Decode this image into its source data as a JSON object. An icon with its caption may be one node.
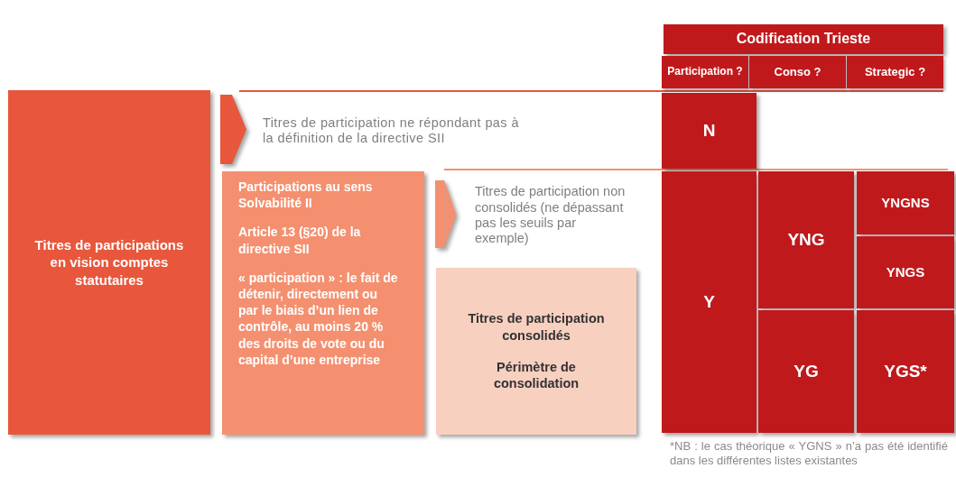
{
  "diagram": {
    "nodes": [
      {
        "text": [
          "Titres de participations en vision comptes statutaires"
        ]
      },
      {
        "text": [
          "Titres de participation ne répondant pas à la définition de la directive SII"
        ]
      },
      {
        "text": [
          "Participations au sens Solvabilité II",
          "Article 13 (§20) de la directive SII",
          "« participation » : le fait de détenir, directement ou par le biais d’un lien de contrôle, au moins 20 % des droits de vote ou du capital d’une entreprise"
        ]
      },
      {
        "text": [
          "Titres de participation non consolidés (ne dépassant pas les seuils par exemple)"
        ]
      },
      {
        "text": [
          "Titres de participation consolidés",
          "Périmètre de consolidation"
        ]
      },
      {
        "text": [
          "Codification Trieste"
        ]
      },
      {
        "text": [
          "Participation ?"
        ]
      },
      {
        "text": [
          "Conso ?"
        ]
      },
      {
        "text": [
          "Strategic ?"
        ]
      },
      {
        "text": [
          "N"
        ]
      },
      {
        "text": [
          "Y"
        ]
      },
      {
        "text": [
          "YNG"
        ]
      },
      {
        "text": [
          "YNGNS"
        ]
      },
      {
        "text": [
          "YNGS"
        ]
      },
      {
        "text": [
          "YG"
        ]
      },
      {
        "text": [
          "YGS*"
        ]
      }
    ],
    "edges": [
      {
        "from": 0,
        "to": 1,
        "arrow": "to",
        "color": "#e8573c"
      },
      {
        "from": 2,
        "to": 3,
        "arrow": "to",
        "color": "#f4906f"
      }
    ],
    "labels": [
      "*NB : le cas théorique « YGNS » n’a pas été identifié dans les différentes listes existantes"
    ]
  }
}
